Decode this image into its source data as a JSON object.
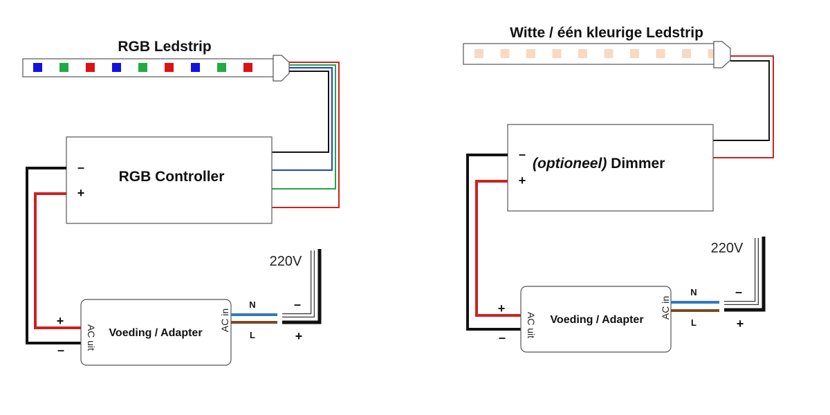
{
  "left": {
    "strip_title": "RGB Ledstrip",
    "controller_label": "RGB Controller",
    "controller_minus": "–",
    "controller_plus": "+",
    "adapter_label": "Voeding / Adapter",
    "ac_out": "AC uit",
    "ac_in": "AC in",
    "out_plus": "+",
    "out_minus": "–",
    "neutral": "N",
    "live": "L",
    "mains_voltage": "220V",
    "mains_minus": "–",
    "mains_plus": "+",
    "led_colors": [
      "#1212e0",
      "#22aa44",
      "#dd1111",
      "#1212e0",
      "#22aa44",
      "#dd1111",
      "#1212e0",
      "#22aa44",
      "#dd1111"
    ]
  },
  "right": {
    "strip_title": "Witte / één kleurige Ledstrip",
    "dimmer_optional": "(optioneel)",
    "dimmer_label": " Dimmer",
    "dimmer_minus": "–",
    "dimmer_plus": "+",
    "adapter_label": "Voeding / Adapter",
    "ac_out": "AC uit",
    "ac_in": "AC in",
    "out_plus": "+",
    "out_minus": "–",
    "neutral": "N",
    "live": "L",
    "mains_voltage": "220V",
    "mains_minus": "–",
    "mains_plus": "+",
    "led_count": 10,
    "led_color": "#f8d9c2"
  },
  "wire_colors": {
    "black": "#111111",
    "red": "#cc2222",
    "blue": "#1f3fd6",
    "green": "#2aa14a",
    "neutral_blue": "#2f78c4",
    "live_brown": "#7a4a22"
  }
}
